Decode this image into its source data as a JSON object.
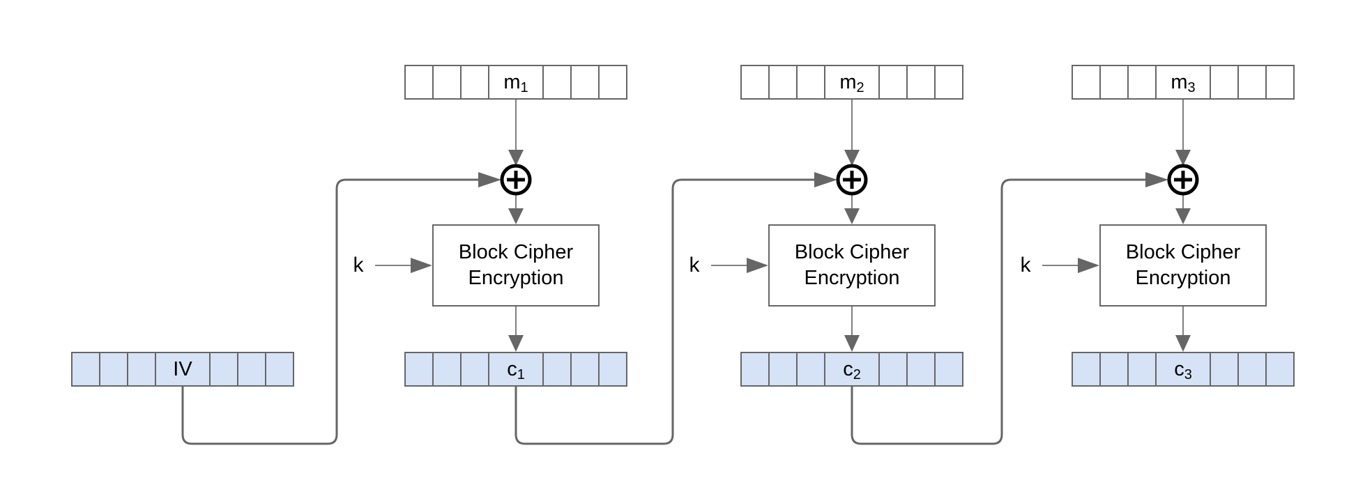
{
  "diagram": {
    "iv": {
      "label": "IV"
    },
    "columns": [
      {
        "message": {
          "base": "m",
          "sub": "1"
        },
        "cipher": {
          "lines": [
            "Block Cipher",
            "Encryption"
          ]
        },
        "key_label": "k",
        "output": {
          "base": "c",
          "sub": "1"
        }
      },
      {
        "message": {
          "base": "m",
          "sub": "2"
        },
        "cipher": {
          "lines": [
            "Block Cipher",
            "Encryption"
          ]
        },
        "key_label": "k",
        "output": {
          "base": "c",
          "sub": "2"
        }
      },
      {
        "message": {
          "base": "m",
          "sub": "3"
        },
        "cipher": {
          "lines": [
            "Block Cipher",
            "Encryption"
          ]
        },
        "key_label": "k",
        "output": {
          "base": "c",
          "sub": "3"
        }
      }
    ],
    "icons": [
      {
        "name": "xor-icon",
        "glyph": "⊕",
        "count": 3
      }
    ],
    "colors": {
      "register_fill_blue": "#d6e2f6",
      "register_fill_white": "#ffffff",
      "stroke_gray": "#666666",
      "xor_black": "#000000",
      "background": "#ffffff"
    }
  }
}
